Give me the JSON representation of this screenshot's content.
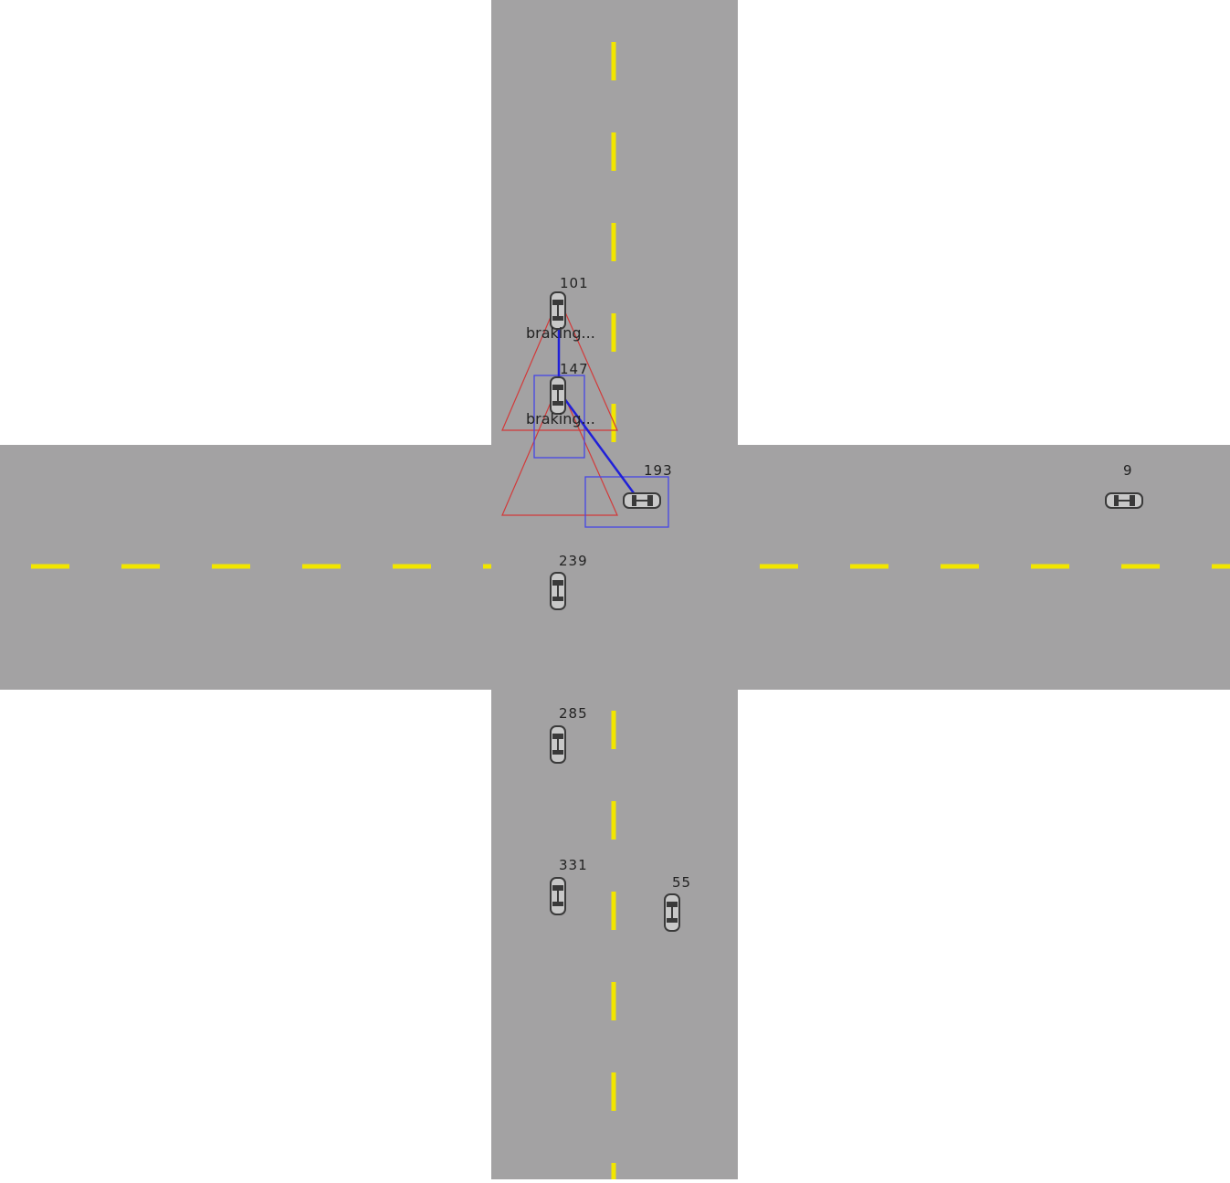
{
  "colors": {
    "background": "#ffffff",
    "road": "#a3a2a3",
    "lane_marking": "#f2e600",
    "vehicle_body": "#3a3a3a",
    "vehicle_window": "#c8c8c8",
    "sensor_cone": "#d23a3a",
    "bounding_box": "#4646e6",
    "link_line": "#2020d8",
    "label_text": "#222222"
  },
  "vehicles": [
    {
      "id": "101",
      "heading": "north",
      "status": "braking..."
    },
    {
      "id": "147",
      "heading": "north",
      "status": "braking..."
    },
    {
      "id": "193",
      "heading": "east",
      "status": ""
    },
    {
      "id": "9",
      "heading": "east",
      "status": ""
    },
    {
      "id": "239",
      "heading": "north",
      "status": ""
    },
    {
      "id": "285",
      "heading": "north",
      "status": ""
    },
    {
      "id": "331",
      "heading": "north",
      "status": ""
    },
    {
      "id": "55",
      "heading": "north",
      "status": ""
    }
  ]
}
